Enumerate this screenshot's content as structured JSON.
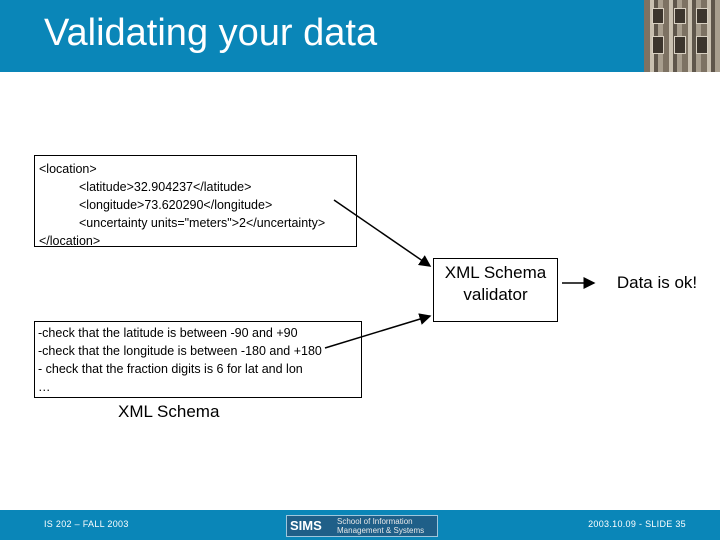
{
  "title": "Validating your data",
  "xml": {
    "lines": [
      "<location>",
      "<latitude>32.904237</latitude>",
      "<longitude>73.620290</longitude>",
      "<uncertainty units=\"meters\">2</uncertainty>",
      "</location>"
    ]
  },
  "validator": {
    "line1": "XML Schema",
    "line2": "validator"
  },
  "result": "Data is ok!",
  "rules": {
    "lines": [
      "-check that the latitude is between -90 and +90",
      "-check that the longitude is between -180 and +180",
      "- check that the fraction digits is 6 for lat and lon",
      "…"
    ]
  },
  "caption": "XML Schema",
  "footer": {
    "left": "IS 202 – FALL 2003",
    "right": "2003.10.09 - SLIDE 35",
    "logo_main": "SIMS",
    "logo_sub1": "School of Information",
    "logo_sub2": "Management & Systems"
  },
  "colors": {
    "header": "#0a86b8",
    "footer": "#0a86b8"
  }
}
